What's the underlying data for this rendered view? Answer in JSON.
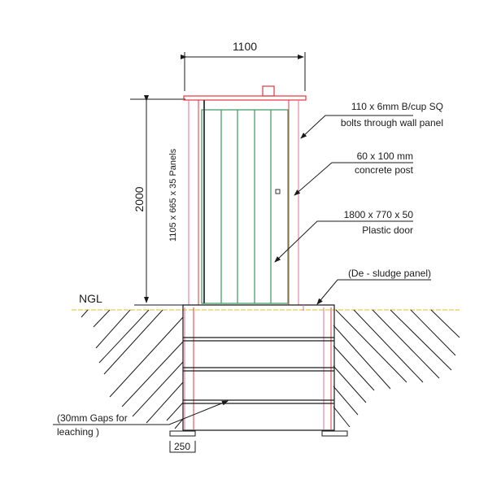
{
  "dimensions": {
    "width": "1100",
    "height": "2000",
    "footing": "250"
  },
  "labels": {
    "panels": "1105 x 665 x 35 Panels",
    "ngl": "NGL",
    "bolts_line1": "110 x 6mm B/cup SQ",
    "bolts_line2": "bolts through wall  panel",
    "post_line1": "60 x 100 mm",
    "post_line2": "concrete post",
    "door_line1": "1800 x 770 x 50",
    "door_line2": "Plastic door",
    "desludge": "(De - sludge panel)",
    "gaps_line1": "(30mm Gaps for",
    "gaps_line2": "leaching )"
  },
  "colors": {
    "frame_red": "#e8343c",
    "post_pink": "#e07090",
    "door_green": "#3a9a5a",
    "ground_yellow": "#e8c850",
    "line": "#1a1a1a"
  }
}
